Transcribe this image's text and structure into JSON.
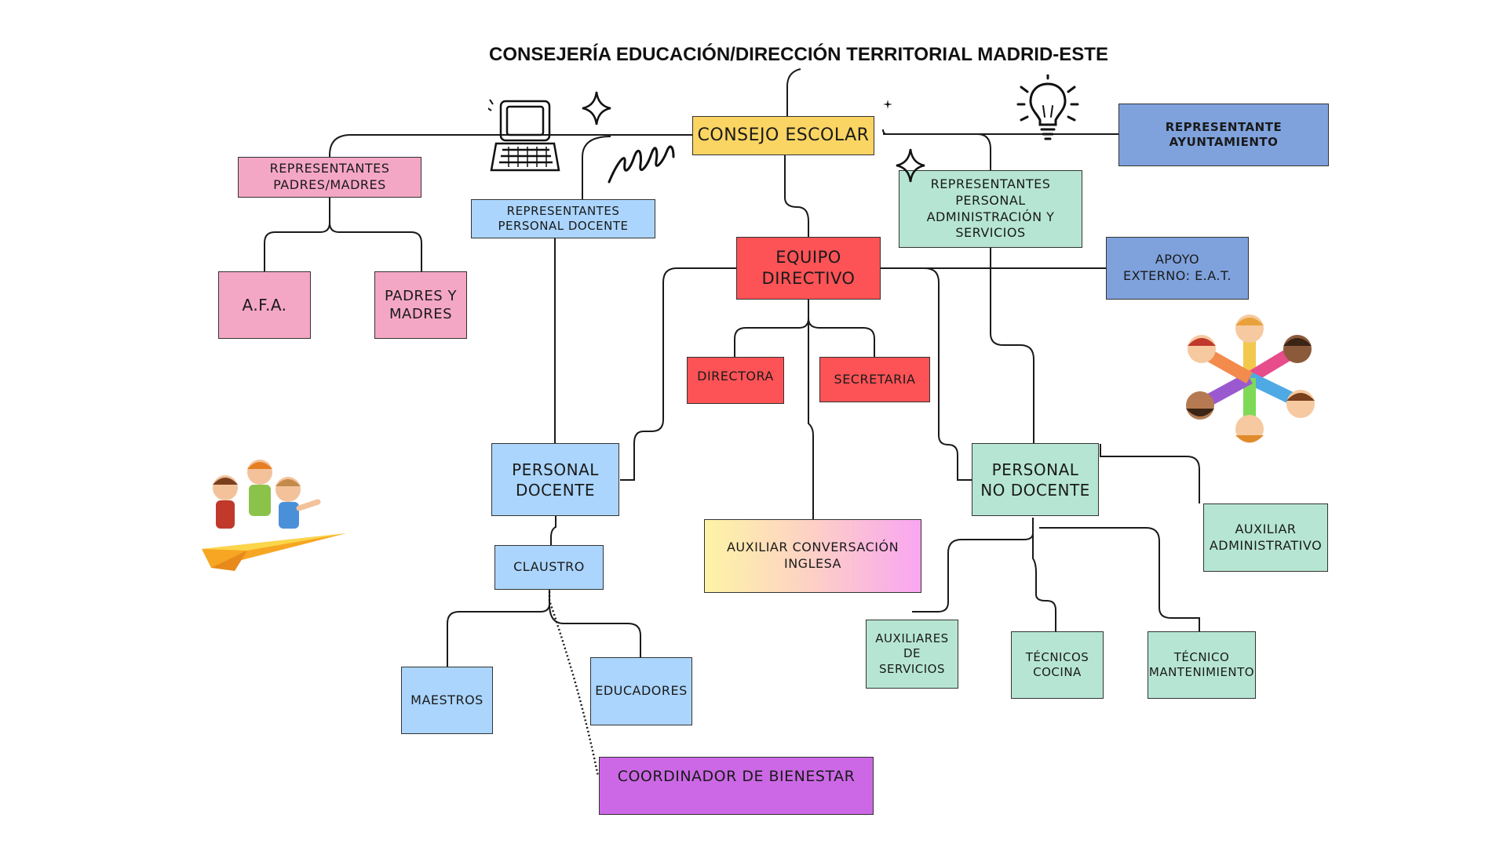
{
  "title": "CONSEJERÍA EDUCACIÓN/DIRECCIÓN TERRITORIAL MADRID-ESTE",
  "nodes": {
    "consejo_escolar": "CONSEJO ESCOLAR",
    "representante_ayuntamiento": "REPRESENTANTE\nAYUNTAMIENTO",
    "representantes_padres": "REPRESENTANTES\nPADRES/MADRES",
    "representantes_docente": "REPRESENTANTES\nPERSONAL DOCENTE",
    "representantes_pas": "REPRESENTANTES\nPERSONAL\nADMINISTRACIÓN Y\nSERVICIOS",
    "afa": "A.F.A.",
    "padres_madres": "PADRES Y\nMADRES",
    "equipo_directivo": "EQUIPO\nDIRECTIVO",
    "apoyo_externo": "APOYO\nEXTERNO:  E.A.T.",
    "directora": "DIRECTORA",
    "secretaria": "SECRETARIA",
    "personal_docente": "PERSONAL\nDOCENTE",
    "personal_no_docente": "PERSONAL\nNO DOCENTE",
    "auxiliar_administrativo": "AUXILIAR\nADMINISTRATIVO",
    "claustro": "CLAUSTRO",
    "auxiliar_conversacion": "AUXILIAR CONVERSACIÓN\nINGLESA",
    "maestros": "MAESTROS",
    "educadores": "EDUCADORES",
    "coordinador_bienestar": "COORDINADOR DE BIENESTAR",
    "auxiliares_servicios": "AUXILIARES\nDE SERVICIOS",
    "tecnicos_cocina": "TÉCNICOS\nCOCINA",
    "tecnico_mantenimiento": "TÉCNICO\nMANTENIMIENTO"
  },
  "colors": {
    "pink": "#f4a7c4",
    "yellow": "#fad563",
    "light_blue": "#abd5fd",
    "mint": "#b6e6d3",
    "red": "#fd5356",
    "slate_blue": "#7fa2dd",
    "purple": "#cc68e6",
    "line": "#1a1a1a"
  },
  "icons": [
    "laptop-icon",
    "sparkle-icon",
    "lightbulb-icon",
    "squiggle-icon",
    "children-circle-illustration",
    "kids-paper-plane-illustration"
  ]
}
